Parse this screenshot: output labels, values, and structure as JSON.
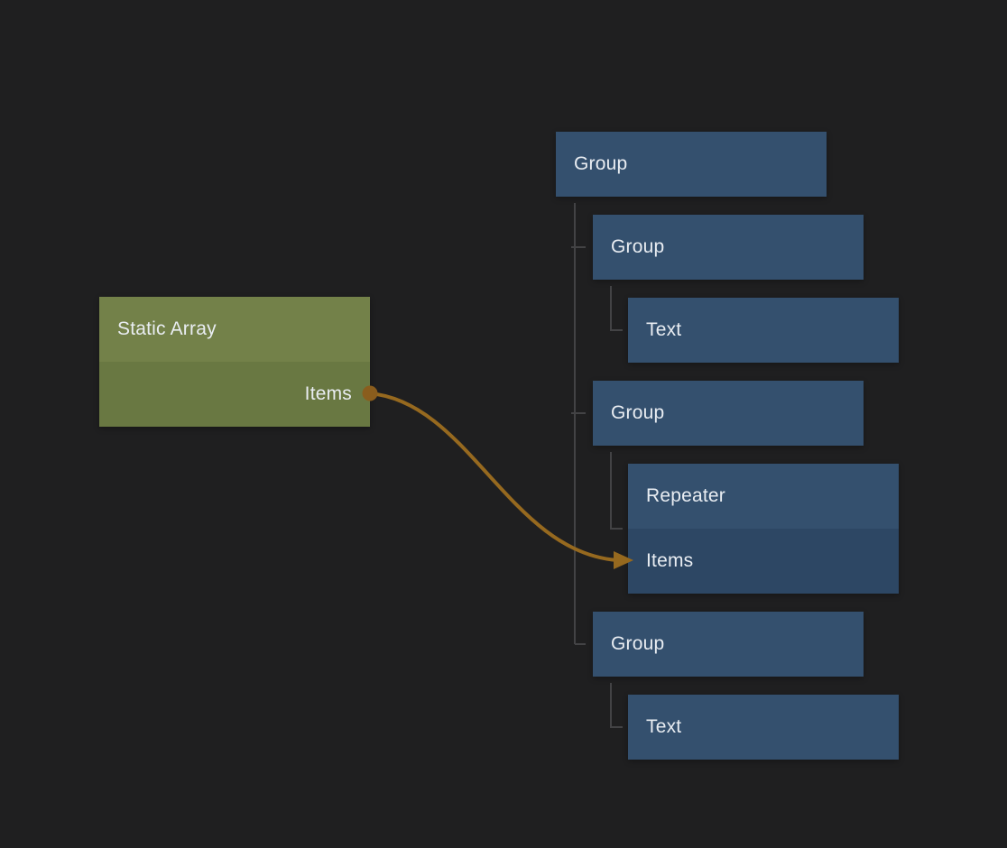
{
  "colors": {
    "background": "#1f1f20",
    "node_blue": "#34506e",
    "node_blue_port_row": "#2d4764",
    "node_green_header": "#738149",
    "node_green_body": "#697842",
    "wire": "#96691f",
    "port_dot": "#8a5d1d",
    "tree_line": "#434345",
    "text": "#e9edf2"
  },
  "static_array_node": {
    "title": "Static Array",
    "output_port_label": "Items"
  },
  "tree_nodes": [
    {
      "title": "Group"
    },
    {
      "title": "Group"
    },
    {
      "title": "Text"
    },
    {
      "title": "Group"
    },
    {
      "title": "Repeater",
      "input_port_label": "Items"
    },
    {
      "title": "Group"
    },
    {
      "title": "Text"
    }
  ],
  "connection": {
    "from_node": "Static Array",
    "from_port": "Items",
    "to_node": "Repeater",
    "to_port": "Items"
  }
}
